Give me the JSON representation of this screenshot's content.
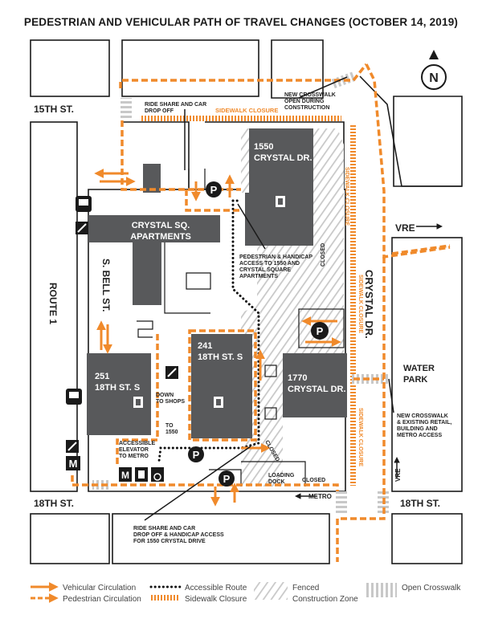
{
  "title": "PEDESTRIAN AND VEHICULAR PATH OF TRAVEL CHANGES (OCTOBER 14, 2019)",
  "colors": {
    "orange": "#F08A2B",
    "building": "#58595B",
    "outline": "#1a1a1a",
    "hatch": "#C8C8C8",
    "dots": "#111111"
  },
  "streets": {
    "st15": "15TH ST.",
    "st18_left": "18TH ST.",
    "st18_right": "18TH ST.",
    "bell": "S. BELL ST.",
    "route1": "ROUTE 1",
    "crystal_dr": "CRYSTAL DR.",
    "vre": "VRE",
    "vre_small": "VRE",
    "metro": "METRO"
  },
  "buildings": {
    "b1550_l1": "1550",
    "b1550_l2": "CRYSTAL DR.",
    "crystal_sq_l1": "CRYSTAL SQ.",
    "crystal_sq_l2": "APARTMENTS",
    "b241_l1": "241",
    "b241_l2": "18TH ST. S",
    "b251_l1": "251",
    "b251_l2": "18TH ST. S",
    "b1770_l1": "1770",
    "b1770_l2": "CRYSTAL DR.",
    "water_l1": "WATER",
    "water_l2": "PARK"
  },
  "annotations": {
    "new_crosswalk_top_1": "NEW CROSSWALK",
    "new_crosswalk_top_2": "OPEN DURING",
    "new_crosswalk_top_3": "CONSTRUCTION",
    "ride_share_top_1": "RIDE SHARE AND CAR",
    "ride_share_top_2": "DROP OFF",
    "sidewalk_closure_top": "SIDEWALK CLOSURE",
    "ped_access_1": "PEDESTRIAN & HANDICAP",
    "ped_access_2": "ACCESS TO 1550 AND",
    "ped_access_3": "CRYSTAL SQUARE",
    "ped_access_4": "APARTMENTS",
    "closed_1": "CLOSED",
    "closed_2": "CLOSED",
    "closed_3": "CLOSED",
    "down_to_shops_1": "DOWN",
    "down_to_shops_2": "TO SHOPS",
    "to_1550_1": "TO",
    "to_1550_2": "1550",
    "elevator_1": "ACCESSIBLE",
    "elevator_2": "ELEVATOR",
    "elevator_3": "TO METRO",
    "loading_1": "LOADING",
    "loading_2": "DOCK",
    "ride_share_bottom_1": "RIDE SHARE AND CAR",
    "ride_share_bottom_2": "DROP OFF & HANDICAP ACCESS",
    "ride_share_bottom_3": "FOR 1550 CRYSTAL DRIVE",
    "new_crosswalk_right_1": "NEW CROSSWALK",
    "new_crosswalk_right_2": "& EXISTING RETAIL,",
    "new_crosswalk_right_3": "BUILDING AND",
    "new_crosswalk_right_4": "METRO ACCESS",
    "sidewalk_closure_v1": "SIDEWALK CLOSURE",
    "sidewalk_closure_v2": "SIDEWALK CLOSURE",
    "sidewalk_closure_v3": "SIDEWALK CLOSURE",
    "north": "N",
    "parking": "P",
    "metro_m": "M"
  },
  "legend": {
    "vehicular": "Vehicular Circulation",
    "pedestrian": "Pedestrian Circulation",
    "accessible": "Accessible Route",
    "sidewalk_closure": "Sidewalk Closure",
    "fenced_1": "Fenced",
    "fenced_2": "Construction Zone",
    "crosswalk": "Open Crosswalk"
  }
}
